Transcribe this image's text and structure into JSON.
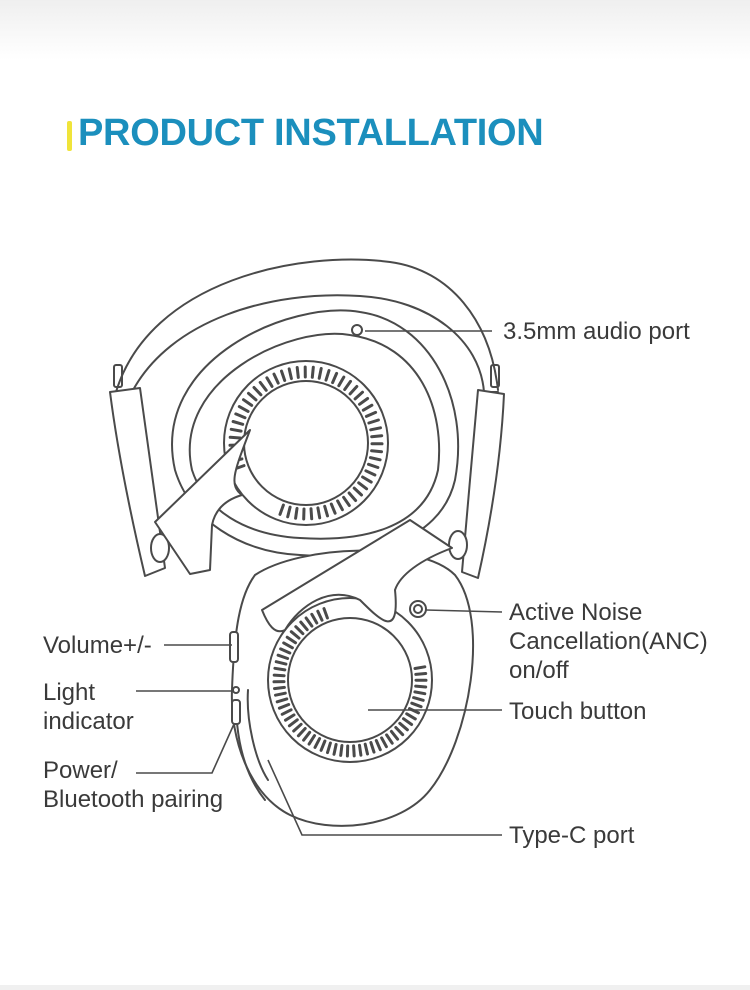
{
  "header": {
    "title": "PRODUCT INSTALLATION",
    "accent_color": "#f0e43a",
    "title_color": "#1b8fbd"
  },
  "callouts": {
    "audio_port": "3.5mm audio port",
    "anc_line1": "Active Noise",
    "anc_line2": "Cancellation(ANC)",
    "anc_line3": "on/off",
    "touch_button": "Touch button",
    "type_c": "Type-C port",
    "volume": "Volume+/-",
    "light_line1": "Light",
    "light_line2": "indicator",
    "power_line1": "Power/",
    "power_line2": "Bluetooth pairing"
  }
}
